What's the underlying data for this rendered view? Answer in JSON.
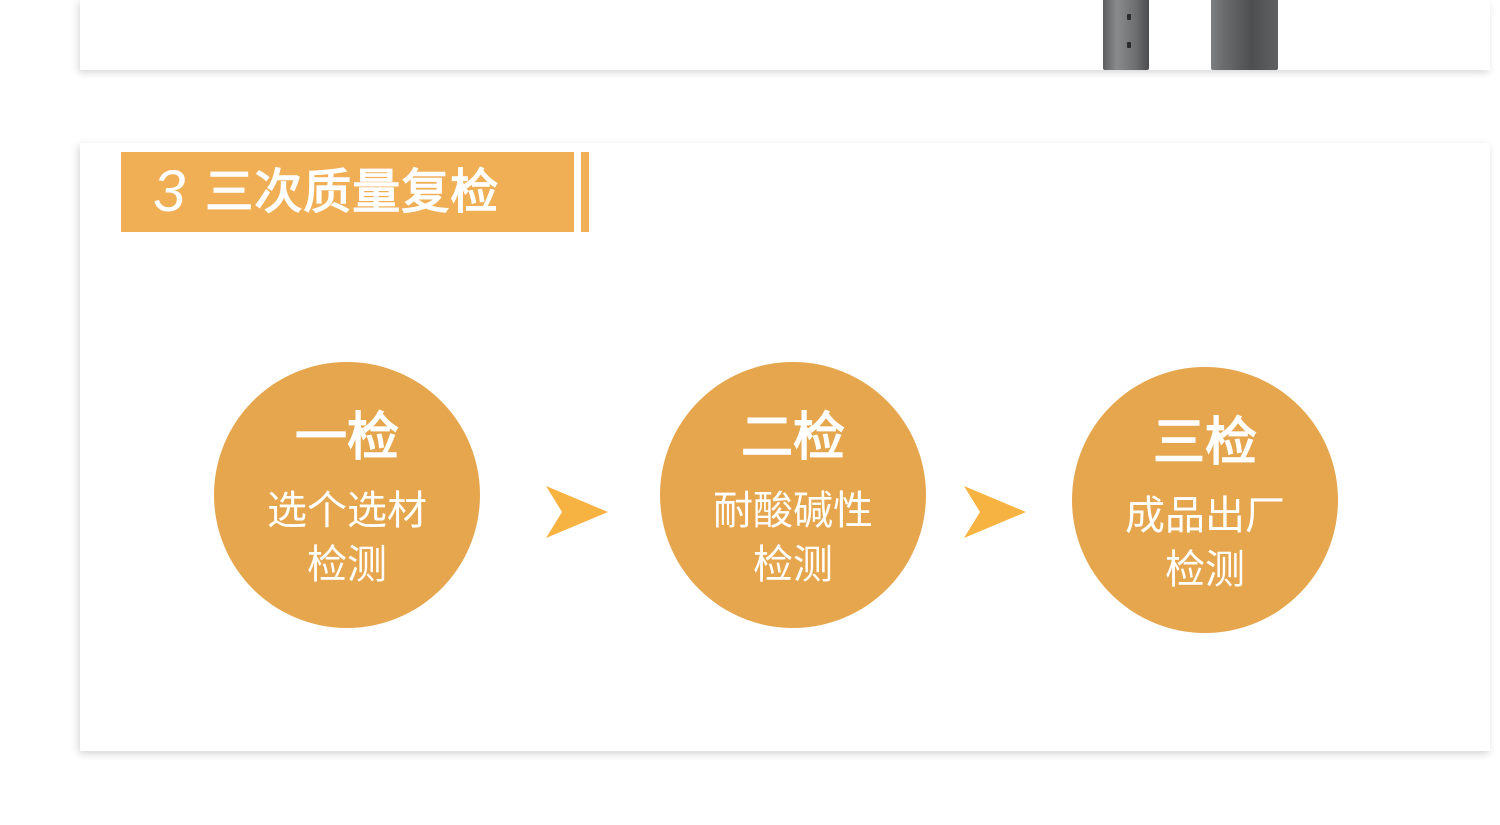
{
  "section": {
    "number": "3",
    "title": "三次质量复检"
  },
  "steps": [
    {
      "title": "一检",
      "description": "选个选材\n检测"
    },
    {
      "title": "二检",
      "description": "耐酸碱性\n检测"
    },
    {
      "title": "三检",
      "description": "成品出厂\n检测"
    }
  ],
  "icons": {
    "arrow": "chevron-right-arrow-icon"
  },
  "colors": {
    "accent": "#f0ae55",
    "circle": "#e6a64e",
    "arrow": "#f7b341",
    "text_on_accent": "#ffffff"
  }
}
